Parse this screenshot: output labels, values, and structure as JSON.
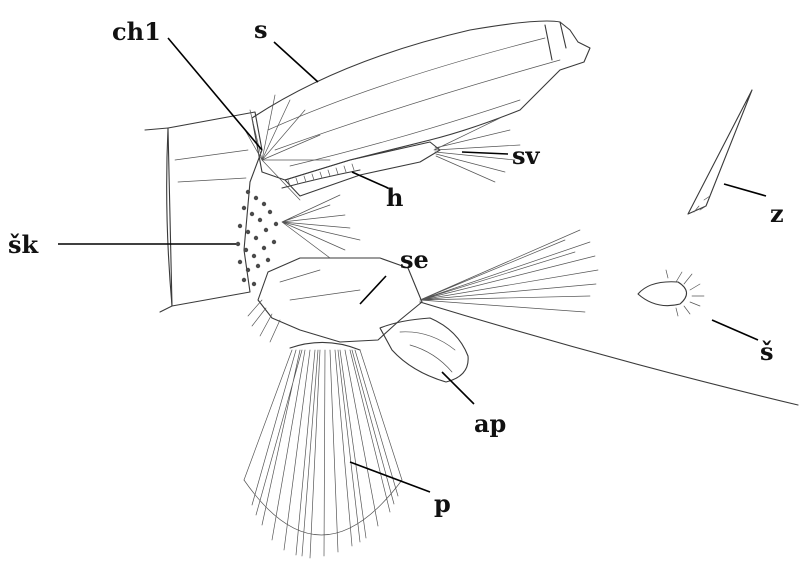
{
  "labels": {
    "ch1": "ch1",
    "s": "s",
    "sv": "sv",
    "h": "h",
    "sk": "šk",
    "se": "se",
    "z": "z",
    "sh": "š",
    "ap": "ap",
    "p": "p"
  },
  "colors": {
    "ink": "#3a3a3a",
    "leader": "#000000",
    "background": "#ffffff"
  }
}
